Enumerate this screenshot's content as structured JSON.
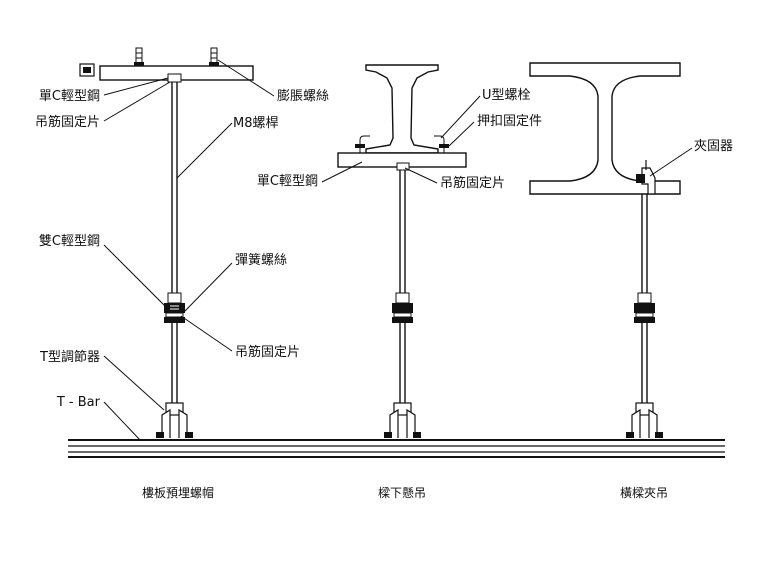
{
  "diagram": {
    "left_labels": {
      "single_c_channel": "單C輕型鋼",
      "hanger_plate_top": "吊筋固定片",
      "expansion_bolt": "膨脹螺絲",
      "m8_rod": "M8螺桿",
      "double_c_channel": "雙C輕型鋼",
      "spring_nut": "彈簧螺絲",
      "hanger_plate_mid": "吊筋固定片",
      "t_adjuster": "T型調節器",
      "t_bar": "T - Bar"
    },
    "middle_labels": {
      "u_bolt": "U型螺栓",
      "clamp_fixture": "押扣固定件",
      "single_c_channel": "單C輕型鋼",
      "hanger_plate": "吊筋固定片"
    },
    "right_labels": {
      "beam_clamp": "夾固器"
    },
    "captions": {
      "left": "樓板預埋螺帽",
      "middle": "樑下懸吊",
      "right": "橫樑夾吊"
    }
  }
}
